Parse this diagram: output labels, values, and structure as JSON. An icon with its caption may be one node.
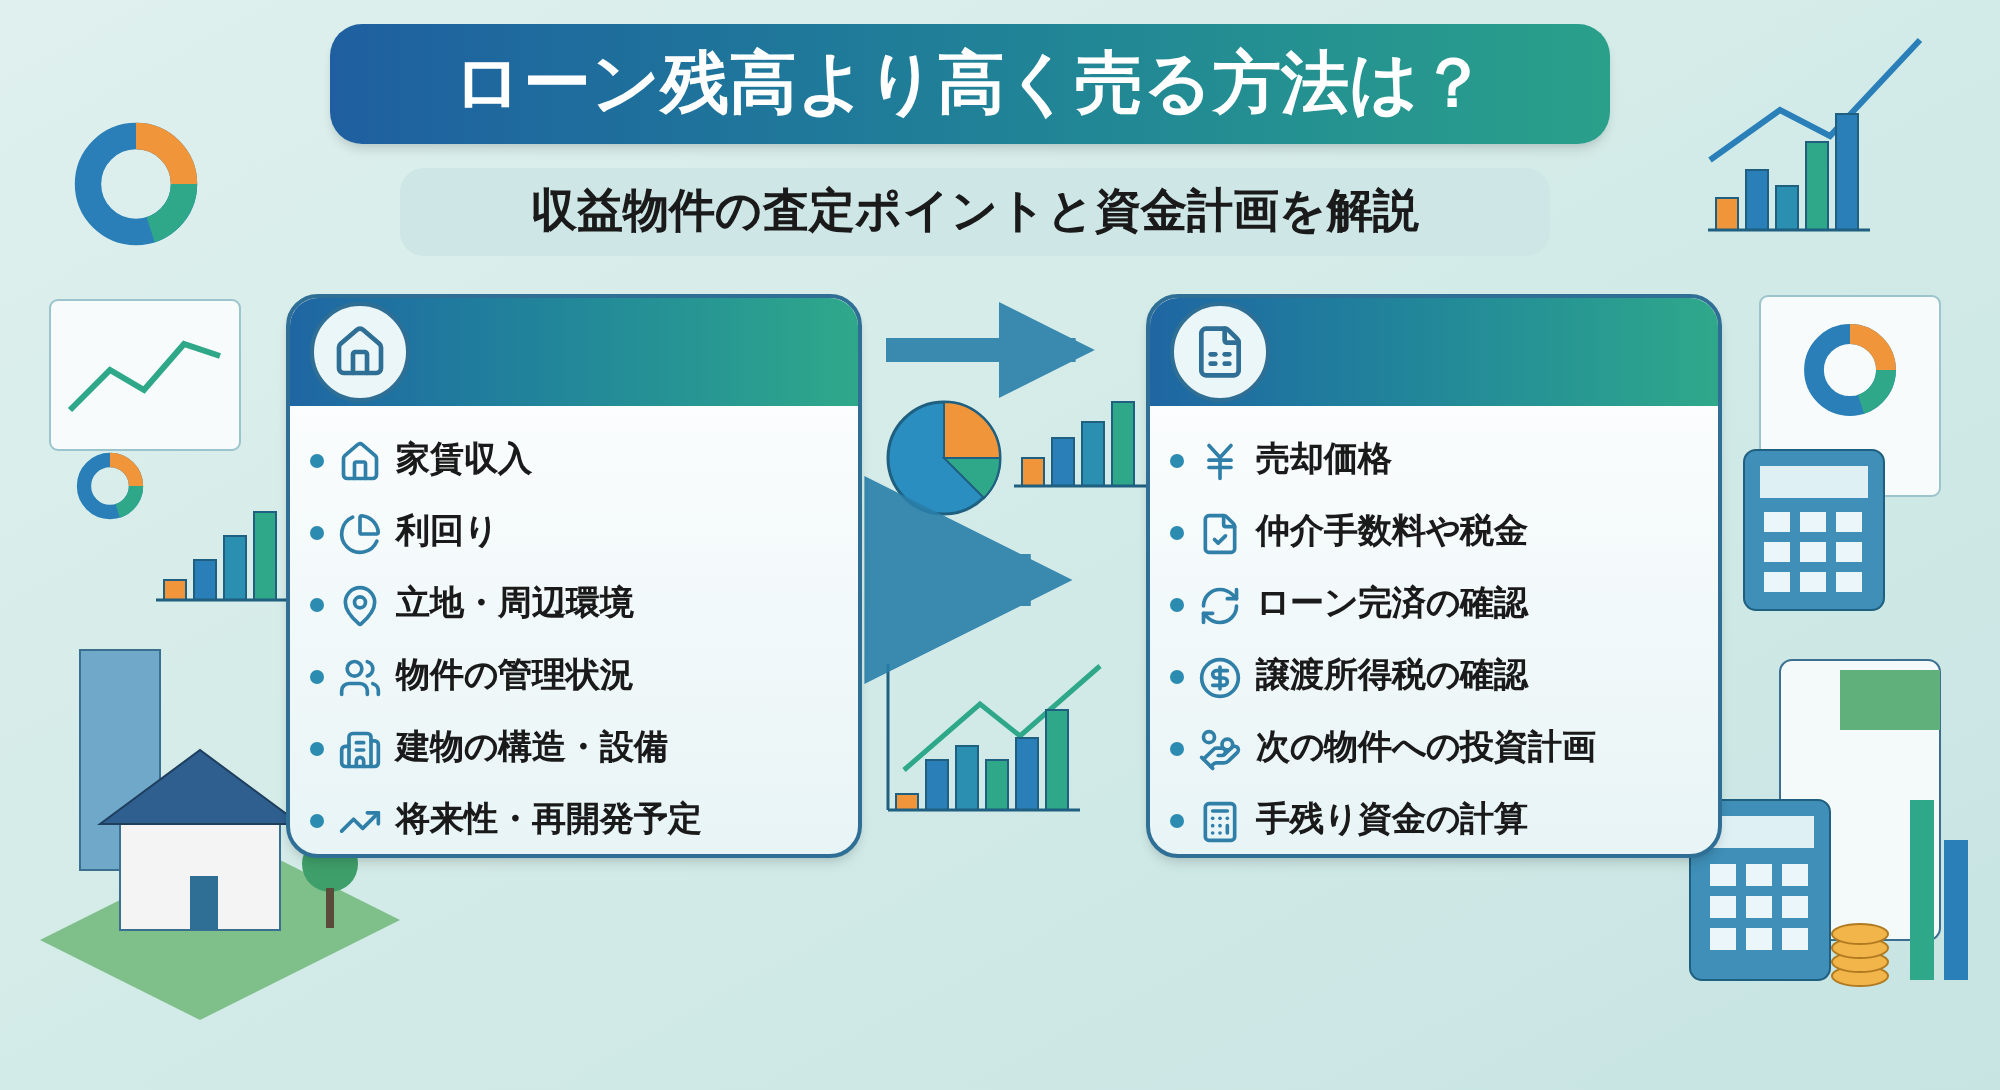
{
  "diagram": {
    "title": "ローン残高より高く売る方法は？",
    "nodes": [
      {
        "text": [
          "家賃収入",
          "利回り",
          "立地・周辺環境",
          "物件の管理状況",
          "建物の構造・設備",
          "将来性・再開発予定"
        ]
      },
      {
        "text": [
          "売却価格",
          "仲介手数料や税金",
          "ローン完済の確認",
          "譲渡所得税の確認",
          "次の物件への投資計画",
          "手残り資金の計算"
        ]
      }
    ],
    "edges": [
      {
        "from": 0,
        "to": 1,
        "arrow": "to"
      },
      {
        "from": 0,
        "to": 1,
        "arrow": "to",
        "style": "thick"
      }
    ],
    "labels": [
      "収益物件の査定ポイントと資金計画を解説"
    ]
  }
}
